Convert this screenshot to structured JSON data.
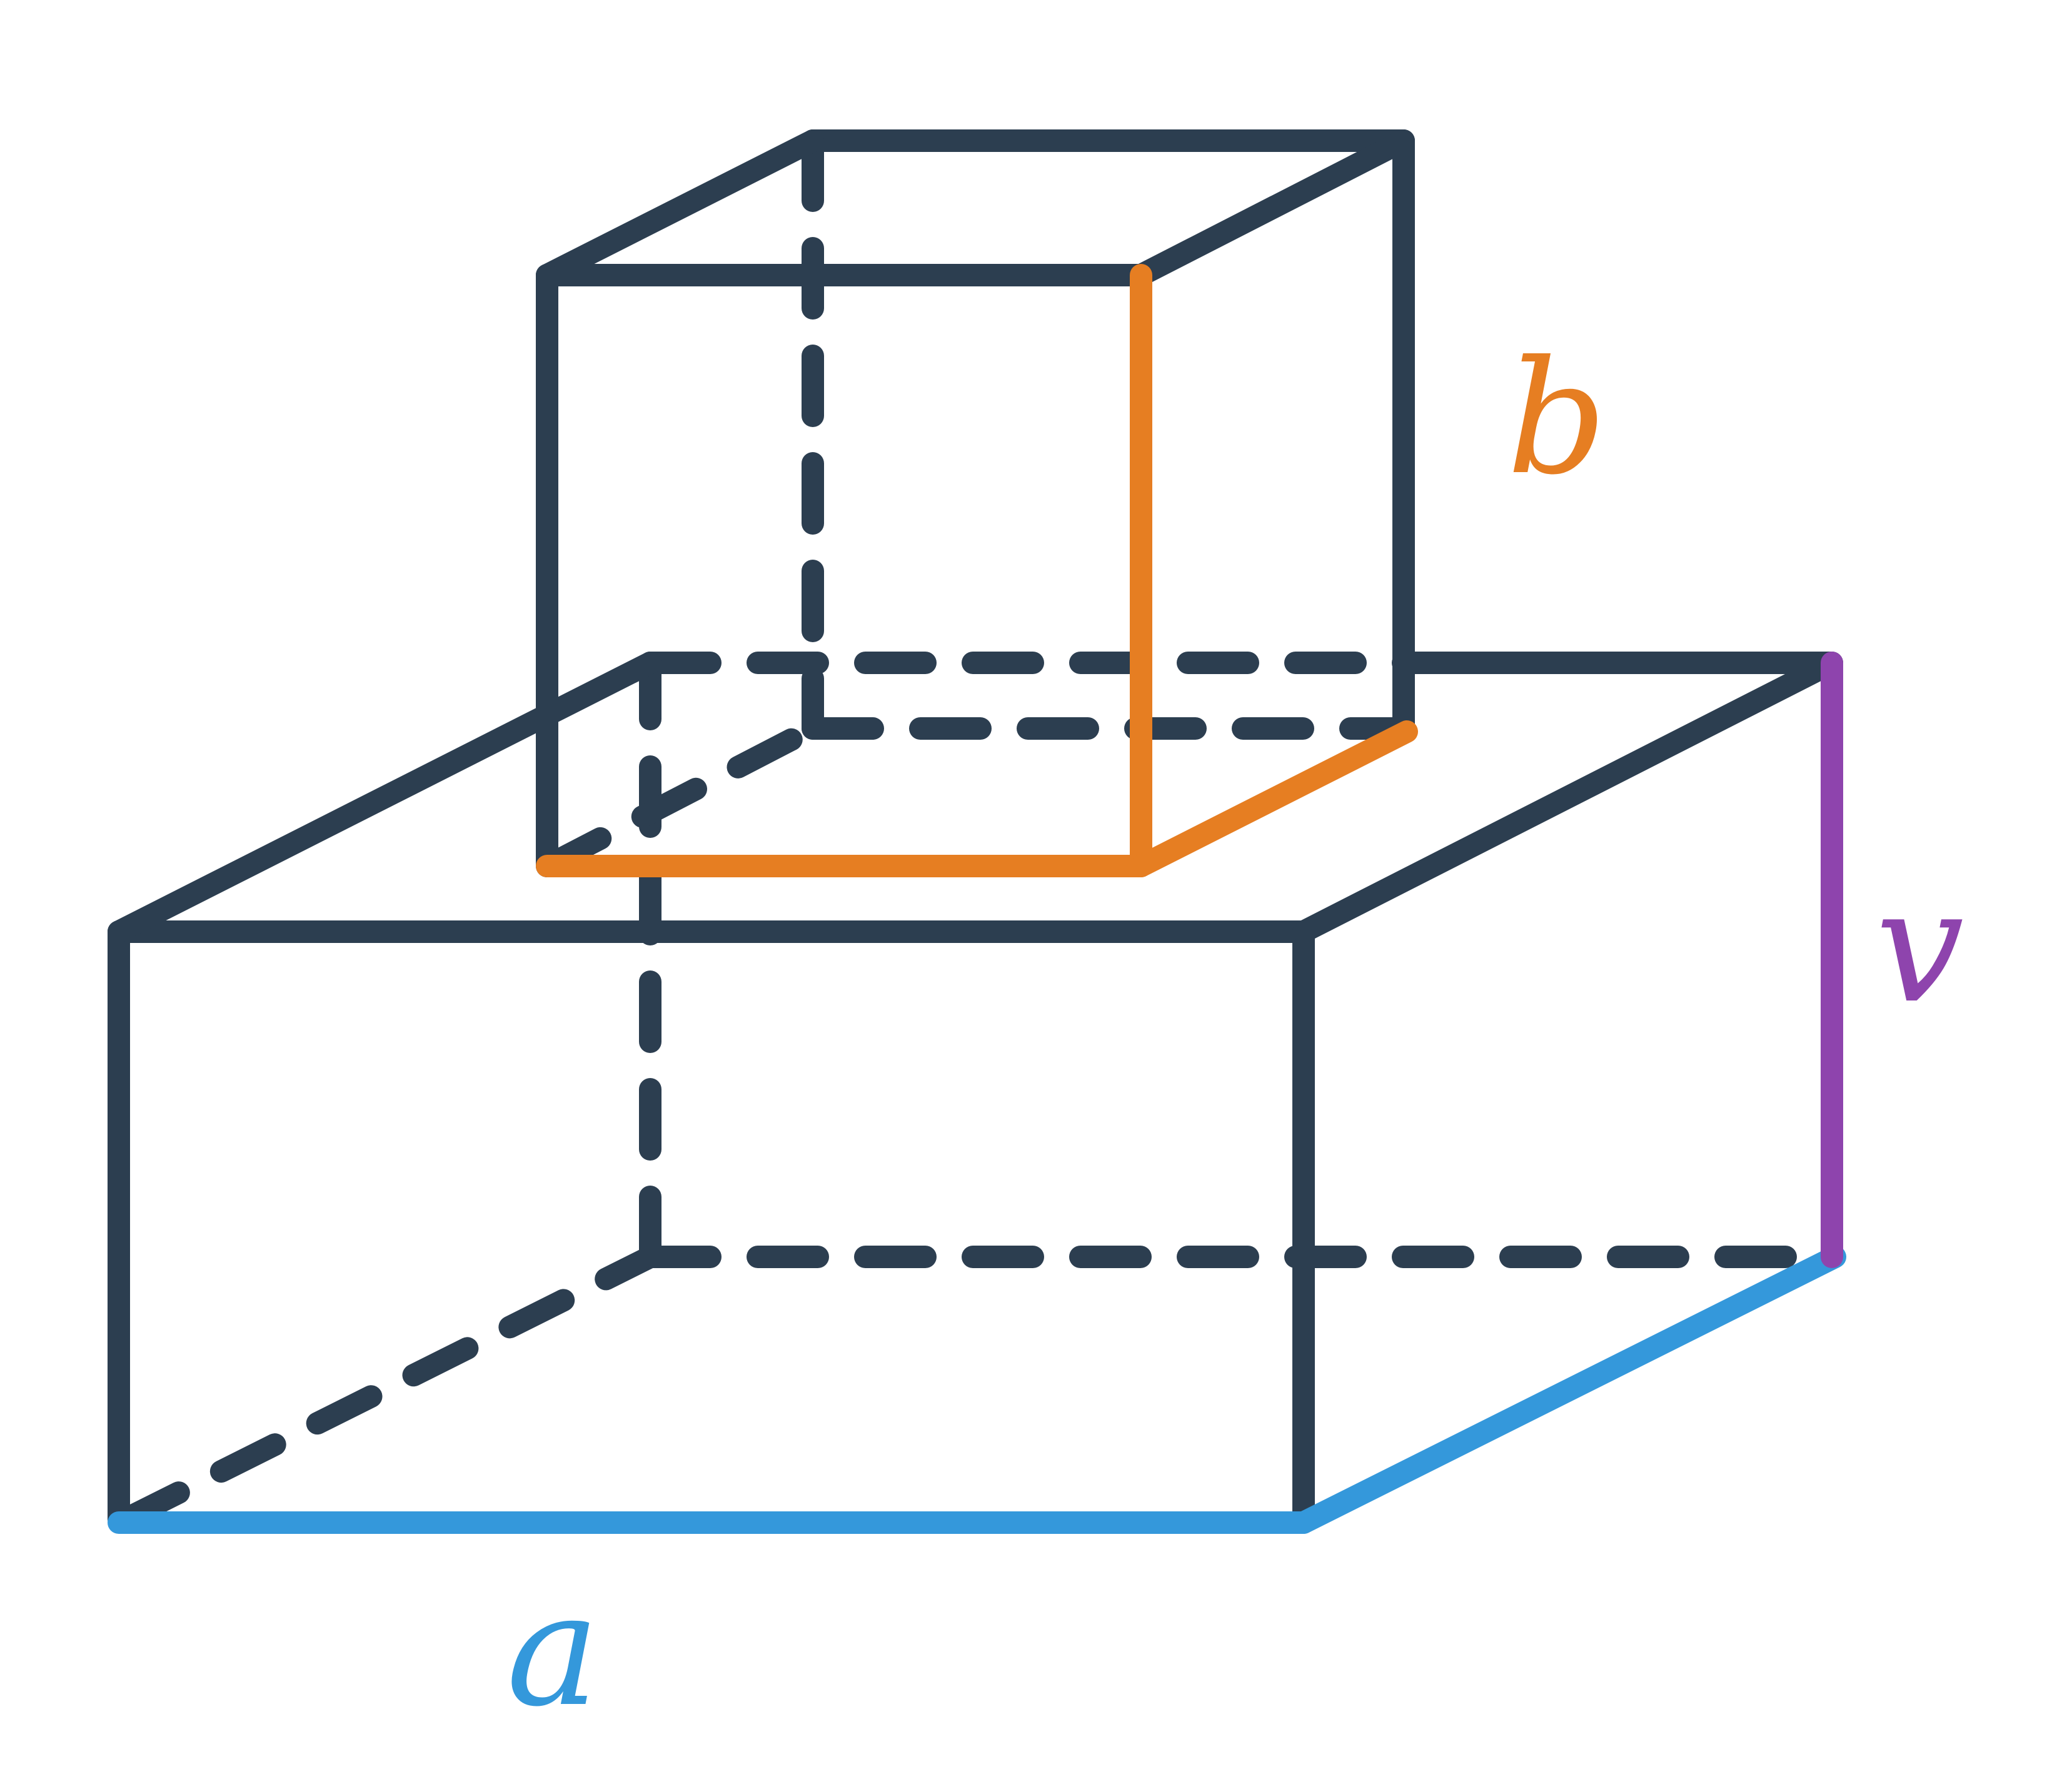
{
  "colors": {
    "edge": "#2c3e50",
    "a": "#3498db",
    "b": "#e67e22",
    "v": "#8e44ad",
    "background": "#ffffff"
  },
  "labels": {
    "a": "a",
    "b": "b",
    "v": "v"
  }
}
